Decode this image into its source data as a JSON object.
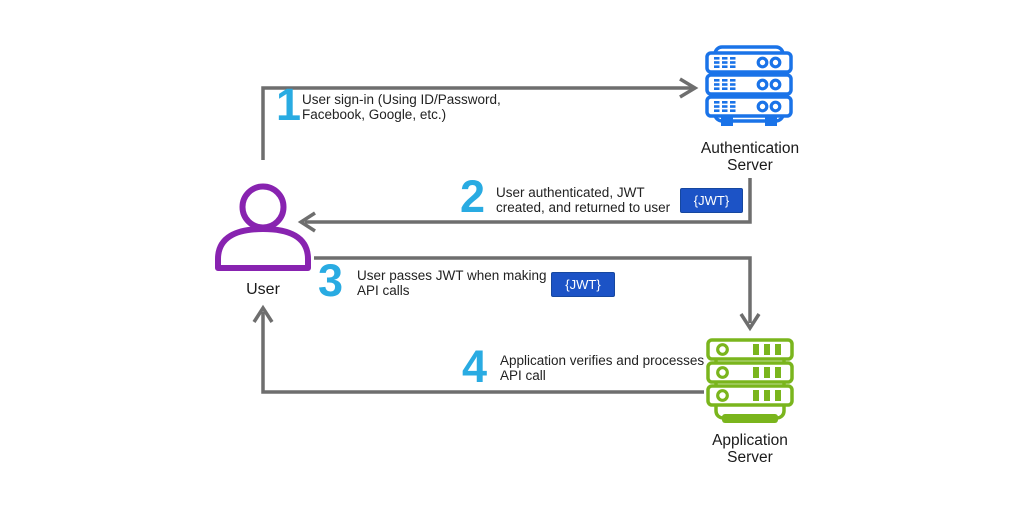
{
  "actors": {
    "user": {
      "label": "User"
    },
    "auth_server": {
      "name_line1": "Authentication",
      "name_line2": "Server"
    },
    "app_server": {
      "name_line1": "Application",
      "name_line2": "Server"
    }
  },
  "steps": [
    {
      "number": "1",
      "text_line1": "User sign-in (Using ID/Password,",
      "text_line2": "Facebook, Google, etc.)"
    },
    {
      "number": "2",
      "text_line1": "User authenticated, JWT",
      "text_line2": "created, and returned to user",
      "badge": "{JWT}"
    },
    {
      "number": "3",
      "text_line1": "User passes JWT when making",
      "text_line2": "API calls",
      "badge": "{JWT}"
    },
    {
      "number": "4",
      "text_line1": "Application verifies and processes",
      "text_line2": "API call"
    }
  ],
  "colors": {
    "step_number_cyan": "#29abe2",
    "auth_server_blue": "#1a73e8",
    "app_server_green": "#7ab51d",
    "user_purple": "#8823b0",
    "jwt_badge_blue": "#1c53c6",
    "arrow_gray": "#6e6e6e",
    "text_dark": "#222222"
  }
}
